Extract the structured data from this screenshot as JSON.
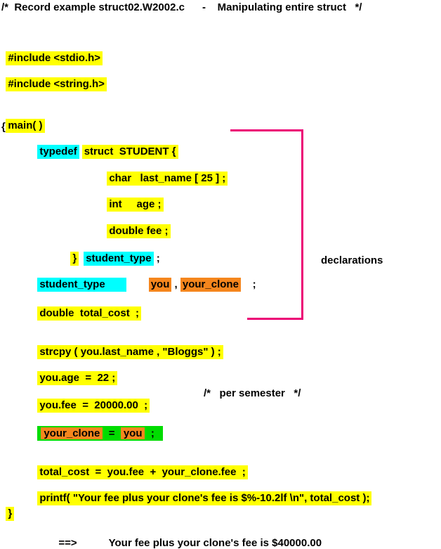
{
  "colors": {
    "highlight_yellow": "#FFFF00",
    "highlight_cyan": "#00FFFF",
    "highlight_orange": "#F5861D",
    "highlight_green": "#00DC00",
    "bracket_pink": "#EC0075",
    "text": "#000000",
    "background": "#FFFFFF"
  },
  "title_comment": "/*  Record example struct02.W2002.c      -    Manipulating entire struct   */",
  "includes": [
    "#include <stdio.h>",
    "#include <string.h>"
  ],
  "code": {
    "main_fn": "main( )",
    "open_brace": "{",
    "typedef_kw": "typedef",
    "struct_header": "struct  STUDENT {",
    "member_char": "char   last_name [ 25 ] ;",
    "member_int": "int     age ;",
    "member_double": "double fee ;",
    "struct_close_brace": "}",
    "struct_typename": "student_type",
    "struct_close_semi": " ;",
    "decl_typename": "student_type",
    "decl_var1": "you",
    "decl_comma": " , ",
    "decl_var2": "your_clone",
    "decl_semi": "    ;",
    "decl_total": "double  total_cost  ;",
    "strcpy_stmt": "strcpy ( you.last_name , \"Bloggs\" ) ;",
    "age_stmt": "you.age  =  22 ;",
    "fee_stmt": "you.fee  =  20000.00  ;",
    "fee_comment": "/*   per semester   */",
    "clone_var": "your_clone",
    "clone_eq": "  =  ",
    "clone_you": "you",
    "clone_semi": "  ;  ",
    "total_stmt": "total_cost  =  you.fee  +  your_clone.fee  ;",
    "printf_stmt": "printf( \"Your fee plus your clone's fee is $%-10.2lf \\n\", total_cost );",
    "close_brace": "}"
  },
  "annotation_declarations": "declarations",
  "program_output": {
    "arrow": "==>",
    "text": "Your fee plus your clone's fee is $40000.00"
  }
}
